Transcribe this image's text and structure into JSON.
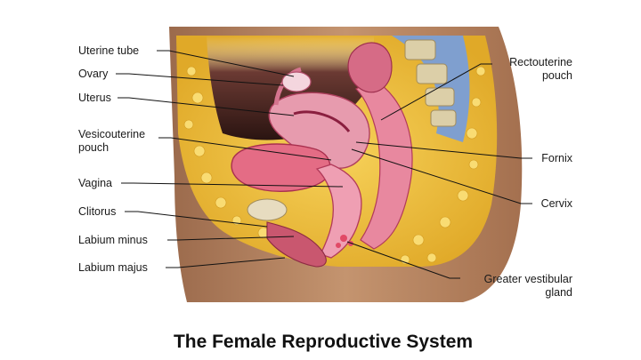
{
  "title": "The Female Reproductive System",
  "labels": {
    "uterine_tube": "Uterine tube",
    "ovary": "Ovary",
    "uterus": "Uterus",
    "vesicouterine_1": "Vesicouterine",
    "vesicouterine_2": "pouch",
    "vagina": "Vagina",
    "clitorus": "Clitorus",
    "labium_minus": "Labium minus",
    "labium_majus": "Labium majus",
    "rectouterine_1": "Rectouterine",
    "rectouterine_2": "pouch",
    "fornix": "Fornix",
    "cervix": "Cervix",
    "gvg_1": "Greater vestibular",
    "gvg_2": "gland"
  },
  "colors": {
    "skin": "#b9896b",
    "skin_shadow": "#8a5a3f",
    "fat": "#f0c23a",
    "tissue_pink": "#e79bae",
    "tissue_deep": "#c94a6c",
    "bone": "#d8cba4",
    "spine_blue": "#6d8fc2",
    "cavity": "#2e1614"
  }
}
